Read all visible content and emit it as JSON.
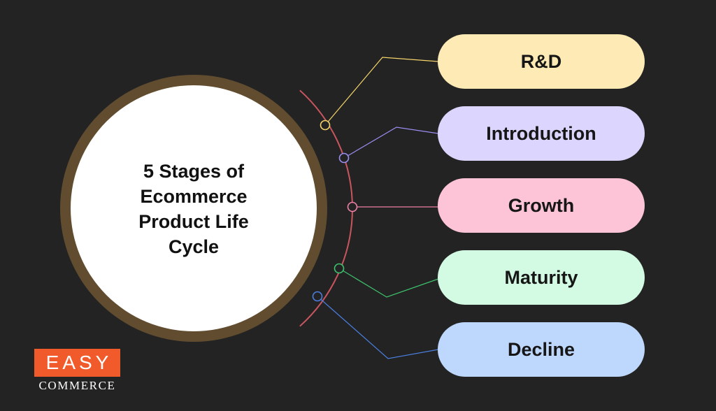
{
  "title": "5 Stages of Ecommerce Product Life Cycle",
  "stages": [
    {
      "label": "R&D",
      "color": "#fdeab4",
      "accent": "#f5d56a"
    },
    {
      "label": "Introduction",
      "color": "#dcd5fd",
      "accent": "#9a8ef0"
    },
    {
      "label": "Growth",
      "color": "#fdc3d7",
      "accent": "#ef7fa6"
    },
    {
      "label": "Maturity",
      "color": "#d3fae3",
      "accent": "#3ec26d"
    },
    {
      "label": "Decline",
      "color": "#bdd7fd",
      "accent": "#4a7fe0"
    }
  ],
  "arc_color": "#c9555f",
  "ring_color": "#5e4a2e",
  "logo": {
    "main": "EASY",
    "sub": "COMMERCE",
    "color": "#f15a2b"
  }
}
